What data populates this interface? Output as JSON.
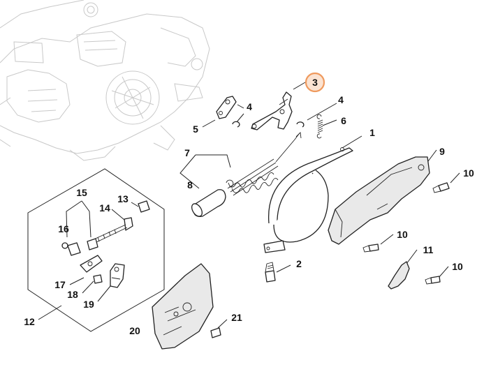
{
  "highlight": {
    "label": "3",
    "color": "#ef9a5e",
    "fill": "#fbe3d2"
  },
  "labels": {
    "l1": "1",
    "l2": "2",
    "l3": "3",
    "l4a": "4",
    "l4b": "4",
    "l5": "5",
    "l6": "6",
    "l7": "7",
    "l8": "8",
    "l9": "9",
    "l10a": "10",
    "l10b": "10",
    "l10c": "10",
    "l11": "11",
    "l12": "12",
    "l13": "13",
    "l14": "14",
    "l15": "15",
    "l16": "16",
    "l17": "17",
    "l18": "18",
    "l19": "19",
    "l20": "20",
    "l21": "21"
  }
}
